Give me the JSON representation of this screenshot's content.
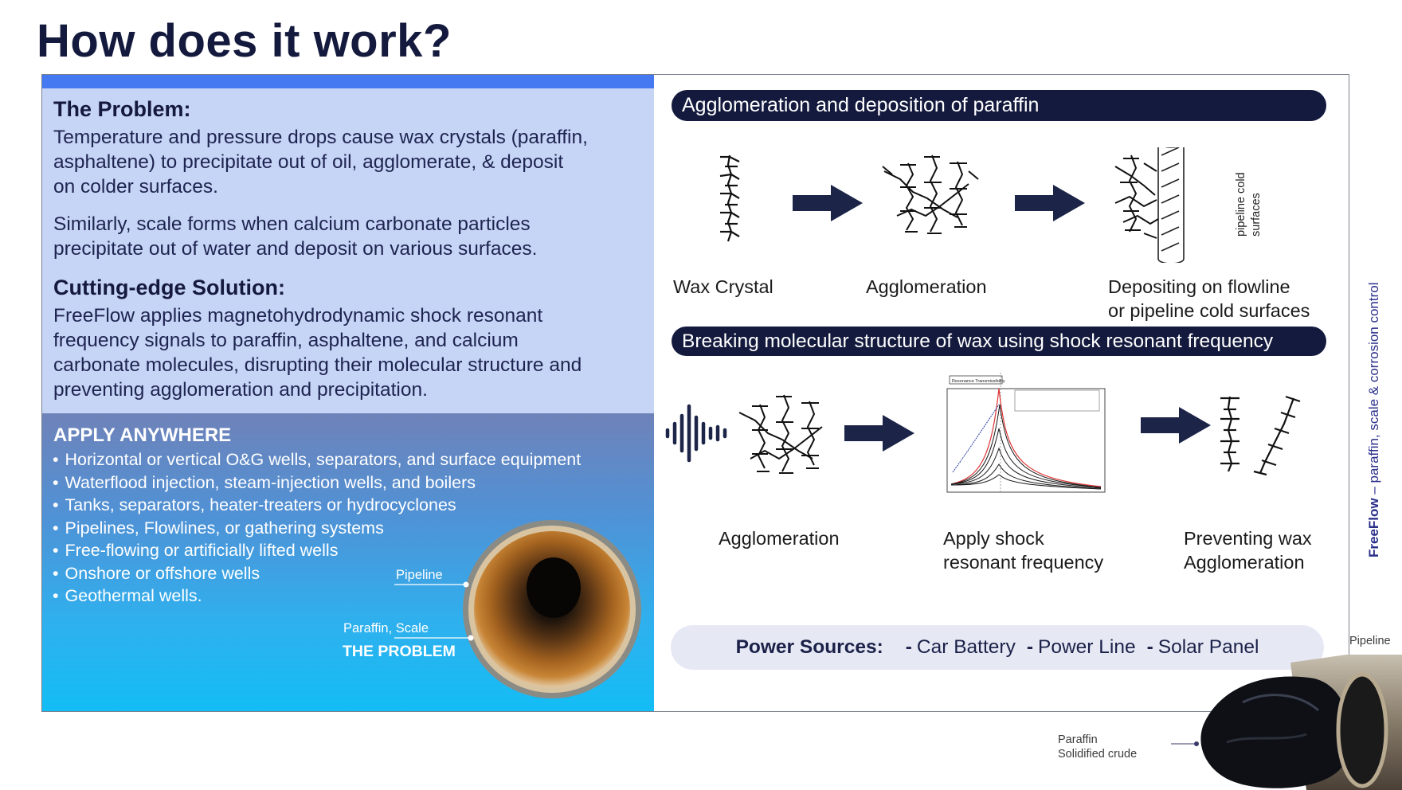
{
  "header": {
    "title": "How does it work?"
  },
  "problem": {
    "heading": "The Problem:",
    "p1": [
      "Temperature and pressure drops cause wax crystals (paraffin,",
      "asphaltene) to precipitate out of oil, agglomerate, & deposit",
      "on colder surfaces."
    ],
    "p2": [
      "Similarly, scale forms when calcium carbonate particles",
      "precipitate out of water and deposit on various surfaces."
    ]
  },
  "solution": {
    "heading": "Cutting-edge Solution:",
    "lines": [
      "FreeFlow applies magnetohydrodynamic shock resonant",
      "frequency signals to paraffin, asphaltene, and calcium",
      "carbonate molecules, disrupting their molecular structure and",
      "preventing agglomeration and precipitation."
    ]
  },
  "apply": {
    "title": "APPLY ANYWHERE",
    "items": [
      "Horizontal or vertical O&G wells, separators, and surface equipment",
      "Waterflood injection, steam-injection wells, and boilers",
      "Tanks, separators, heater-treaters or hydrocyclones",
      "Pipelines, Flowlines, or gathering systems",
      "Free-flowing or artificially lifted wells",
      "Onshore or offshore wells",
      "Geothermal wells."
    ],
    "label_pipeline": "Pipeline",
    "label_paraffin_scale": "Paraffin, Scale",
    "label_problem": "THE PROBLEM"
  },
  "diagram1": {
    "title": "Agglomeration and deposition of paraffin",
    "cap1": "Wax Crystal",
    "cap2": "Agglomeration",
    "cap3": [
      "Depositing on flowline",
      "or pipeline cold surfaces"
    ],
    "pipe_label": [
      "pipeline cold",
      "surfaces"
    ]
  },
  "diagram2": {
    "title": "Breaking molecular structure of wax using shock resonant frequency",
    "cap1": "Agglomeration",
    "cap2": [
      "Apply shock",
      "resonant frequency"
    ],
    "cap3": [
      "Preventing wax",
      "Agglomeration"
    ],
    "chart_box_title": "Resonance Transmissibility"
  },
  "power": {
    "label": "Power Sources:",
    "items": [
      "Car Battery",
      "Power Line",
      "Solar Panel"
    ]
  },
  "side": {
    "brand": "FreeFlow",
    "tagline": " – paraffin, scale & corrosion control"
  },
  "photo2": {
    "pipeline": "Pipeline",
    "paraffin": "Paraffin",
    "crude": "Solidified crude"
  },
  "colors": {
    "navy": "#141a3d",
    "blue_bar": "#4479f2",
    "panel_light": "#c6d4f6",
    "cyan": "#13bdf5"
  }
}
